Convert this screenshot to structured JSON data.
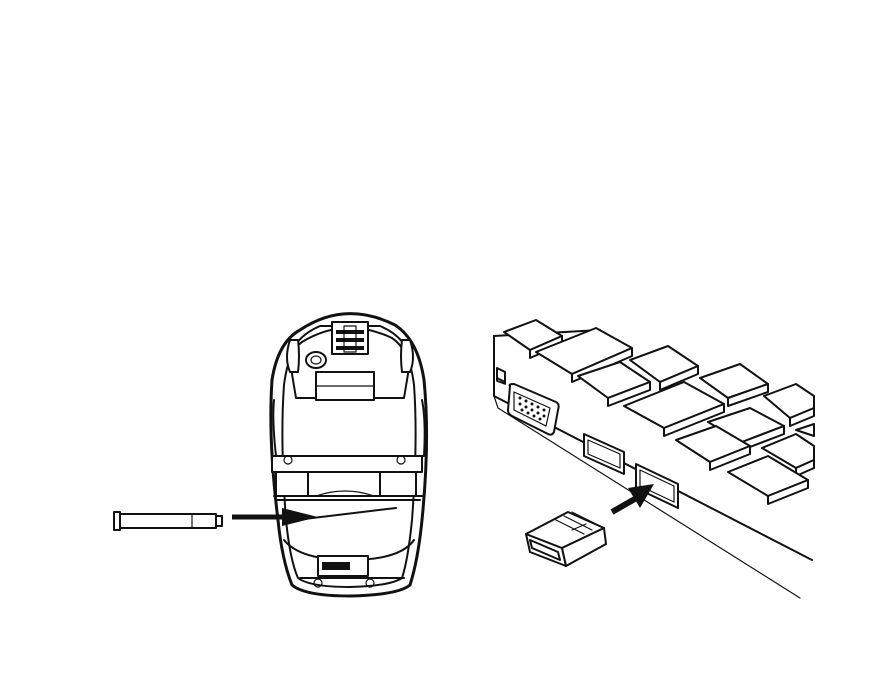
{
  "figure": {
    "panels": [
      {
        "id": "mouse-bottom",
        "icon": "mouse-underside-icon"
      },
      {
        "id": "battery",
        "icon": "aa-battery-icon"
      },
      {
        "id": "battery-insert-arrow",
        "icon": "arrow-right-icon"
      },
      {
        "id": "laptop-side",
        "icon": "laptop-usb-port-icon"
      },
      {
        "id": "usb-receiver",
        "icon": "usb-nano-receiver-icon"
      },
      {
        "id": "receiver-insert-arrow",
        "icon": "arrow-up-right-icon"
      }
    ]
  },
  "colors": {
    "ink": "#111111",
    "background": "#ffffff",
    "shade": "#d8d8d8"
  }
}
